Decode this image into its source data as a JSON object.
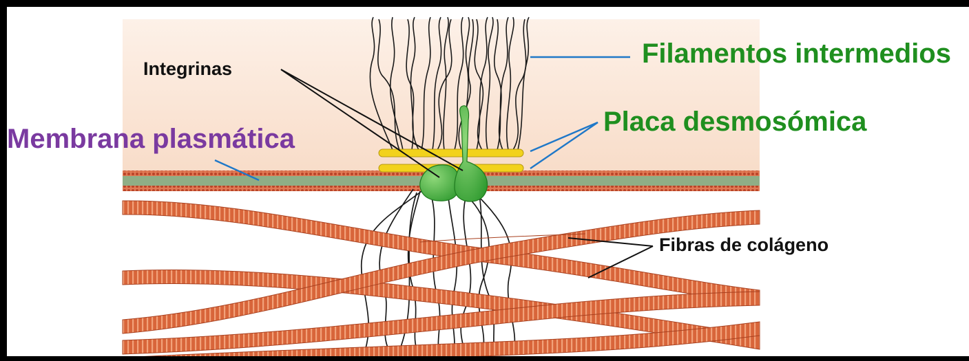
{
  "labels": {
    "filamentos": "Filamentos intermedios",
    "integrinas": "Integrinas",
    "placa": "Placa desmosómica",
    "membrana": "Membrana plasmática",
    "fibras": "Fibras de colágeno"
  },
  "colors": {
    "green_label": "#1f8f1f",
    "purple_label": "#7a3aa0",
    "cytoplasm": "#fbe6d6",
    "plaque": "#f2d21c",
    "integrin": "#3fae3f",
    "collagen": "#d8653a",
    "leader_blue": "#1f78c8",
    "frame": "#000000"
  }
}
